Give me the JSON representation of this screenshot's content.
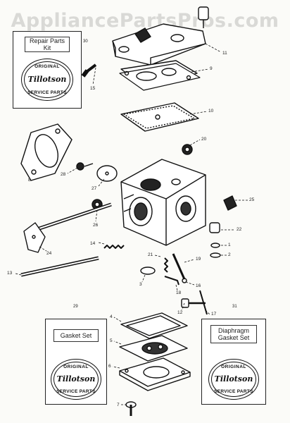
{
  "watermark": "AppliancePartsPros.com",
  "kits": [
    {
      "key": "repair",
      "number": "30",
      "title_lines": [
        "Repair Parts",
        "Kit"
      ],
      "badge": {
        "top": "ORIGINAL",
        "brand": "Tillotson",
        "bottom": "SERVICE PARTS"
      }
    },
    {
      "key": "gasket",
      "number": "29",
      "title_lines": [
        "Gasket Set"
      ],
      "badge": {
        "top": "ORIGINAL",
        "brand": "Tillotson",
        "bottom": "SERVICE PARTS"
      }
    },
    {
      "key": "diaphragm",
      "number": "31",
      "title_lines": [
        "Diaphragm",
        "Gasket Set"
      ],
      "badge": {
        "top": "ORIGINAL",
        "brand": "Tillotson",
        "bottom": "SERVICE PARTS"
      }
    }
  ],
  "callouts": [
    "11",
    "9",
    "10",
    "15",
    "20",
    "8",
    "28",
    "27",
    "25",
    "26",
    "22",
    "1",
    "2",
    "24",
    "14",
    "21",
    "19",
    "13",
    "3",
    "18",
    "16",
    "12",
    "17",
    "4",
    "5",
    "6",
    "7"
  ]
}
